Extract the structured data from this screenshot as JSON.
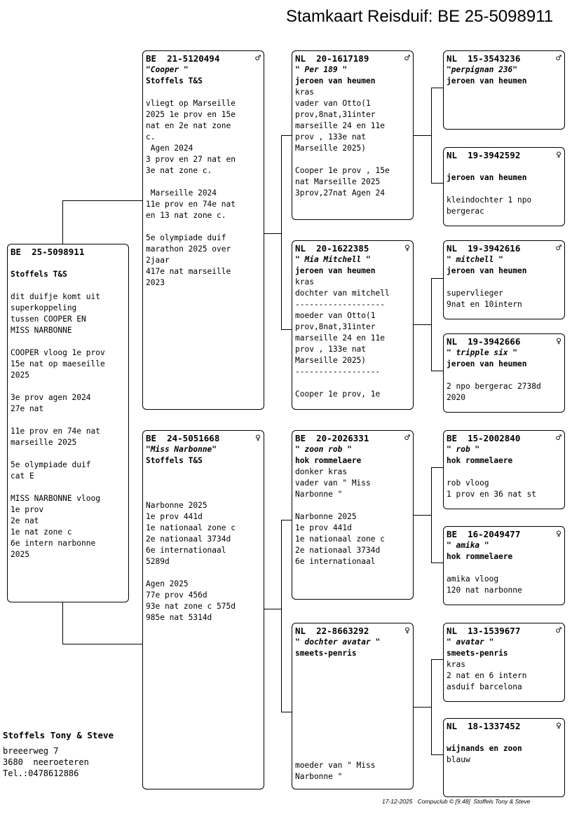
{
  "title": "Stamkaart Reisduif: BE  25-5098911",
  "birds": {
    "subject": {
      "ring": "BE  25-5098911",
      "sex": "",
      "name": "",
      "owner": "Stoffels T&S",
      "notes": "\ndit duifje komt uit\nsuperkoppeling\ntussen COOPER EN\nMISS NARBONNE\n\nCOOPER vloog 1e prov\n15e nat op maeseille\n2025\n\n3e prov agen 2024\n27e nat\n\n11e prov en 74e nat\nmarseille 2025\n\n5e olympiade duif\ncat E\n\nMISS NARBONNE vloog\n1e prov\n2e nat\n1e nat zone c\n6e intern narbonne\n2025"
    },
    "father": {
      "ring": "BE  21-5120494",
      "sex": "♂",
      "name": "\"Cooper \"",
      "owner": "Stoffels T&S",
      "notes": "\nvliegt op Marseille\n2025 1e prov en 15e\nnat en 2e nat zone\nc.\n Agen 2024\n3 prov en 27 nat en\n3e nat zone c.\n\n Marseille 2024\n11e prov en 74e nat\nen 13 nat zone c.\n\n5e olympiade duif\nmarathon 2025 over\n2jaar\n417e nat marseille\n2023"
    },
    "mother": {
      "ring": "BE  24-5051668",
      "sex": "♀",
      "name": "\"Miss Narbonne\"",
      "owner": "Stoffels T&S",
      "notes": "\n\n\nNarbonne 2025\n1e prov 441d\n1e nationaal zone c\n2e nationaal 3734d\n6e internationaal\n5289d\n\nAgen 2025\n77e prov 456d\n93e nat zone c 575d\n985e nat 5314d"
    },
    "ff": {
      "ring": "NL  20-1617189",
      "sex": "♂",
      "name": "\" Per 189 \"",
      "owner": "jeroen van heumen",
      "notes": "kras\nvader van Otto(1\nprov,8nat,31inter\nmarseille 24 en 11e\nprov , 133e nat\nMarseille 2025)\n\nCooper 1e prov , 15e\nnat Marseille 2025\n3prov,27nat Agen 24"
    },
    "fm": {
      "ring": "NL  20-1622385",
      "sex": "♀",
      "name": "\" Mia Mitchell \"",
      "owner": "jeroen van heumen",
      "notes": "kras\ndochter van mitchell\n-------------------\nmoeder van Otto(1\nprov,8nat,31inter\nmarseille 24 en 11e\nprov , 133e nat\nMarseille 2025)\n------------------\n\nCooper 1e prov, 1e"
    },
    "mf": {
      "ring": "BE  20-2026331",
      "sex": "♂",
      "name": "\" zoon rob \"",
      "owner": "hok rommelaere",
      "notes": "donker kras\nvader van \" Miss\nNarbonne \"\n\nNarbonne 2025\n1e prov 441d\n1e nationaal zone c\n2e nationaal 3734d\n6e internationaal"
    },
    "mm": {
      "ring": "NL  22-8663292",
      "sex": "♀",
      "name": "\" dochter avatar \"",
      "owner": "smeets-penris",
      "notes": "\n\n\n\n\n\n\n\n\nmoeder van \" Miss\nNarbonne \""
    },
    "fff": {
      "ring": "NL  15-3543236",
      "sex": "♂",
      "name": "\"perpignan 236\"",
      "owner": "jeroen van heumen",
      "notes": ""
    },
    "ffm": {
      "ring": "NL  19-3942592",
      "sex": "♀",
      "name": "",
      "owner": "jeroen van heumen",
      "notes": "\nkleindochter 1 npo\nbergerac"
    },
    "fmf": {
      "ring": "NL  19-3942616",
      "sex": "♂",
      "name": "\" mitchell \"",
      "owner": "jeroen van heumen",
      "notes": "\nsupervlieger\n9nat en 10intern"
    },
    "fmm": {
      "ring": "NL  19-3942666",
      "sex": "♀",
      "name": "\" tripple six \"",
      "owner": "jeroen van heumen",
      "notes": "\n2 npo bergerac 2738d\n2020"
    },
    "mff": {
      "ring": "BE  15-2002840",
      "sex": "♂",
      "name": "\" rob \"",
      "owner": "hok rommelaere",
      "notes": "\nrob vloog\n1 prov en 36 nat st"
    },
    "mfm": {
      "ring": "BE  16-2049477",
      "sex": "♀",
      "name": "\" amika \"",
      "owner": "hok rommelaere",
      "notes": "\namika vloog\n120 nat narbonne"
    },
    "mmf": {
      "ring": "NL  13-1539677",
      "sex": "♂",
      "name": "\" avatar \"",
      "owner": "smeets-penris",
      "notes": "kras\n2 nat en 6 intern\nasduif barcelona"
    },
    "mmm": {
      "ring": "NL  18-1337452",
      "sex": "♀",
      "name": "",
      "owner": "wijnands en zoon",
      "notes": "blauw"
    }
  },
  "owner": {
    "name": "Stoffels Tony & Steve",
    "street": "breeerweg 7",
    "city": "3680  neeroeteren",
    "phone": "Tel.:0478612886"
  },
  "footer": "17-12-2025   Compuclub © [9.48]  Stoffels Tony & Steve"
}
